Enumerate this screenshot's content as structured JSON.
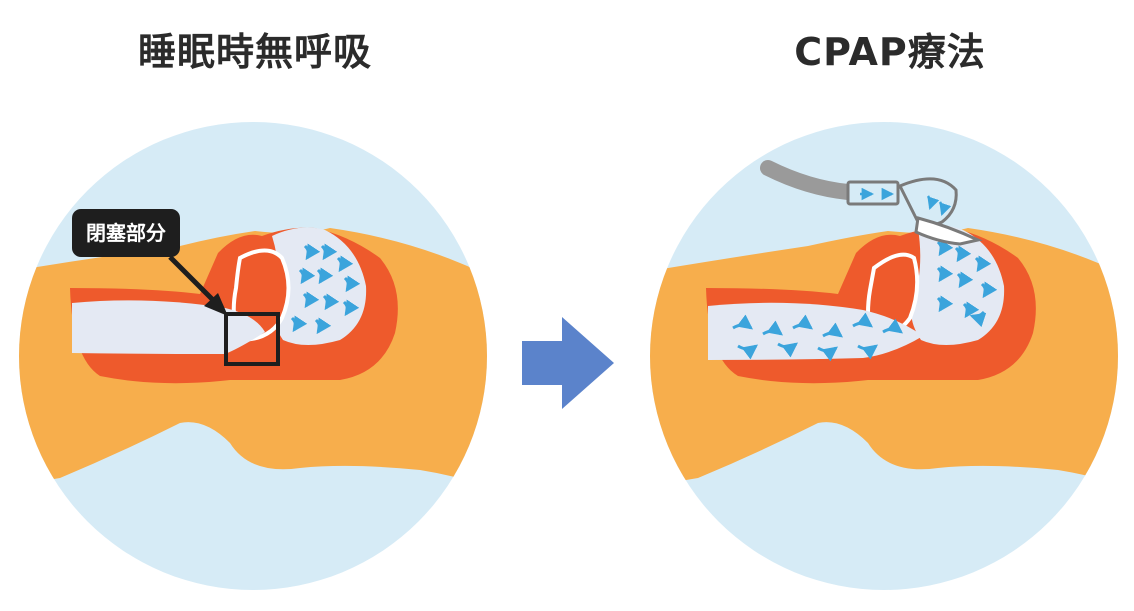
{
  "left_panel": {
    "title": "睡眠時無呼吸",
    "callout_label": "閉塞部分"
  },
  "right_panel": {
    "title": "CPAP療法"
  },
  "colors": {
    "circle_bg": "#d6ebf6",
    "face": "#f7ae4c",
    "tissue": "#ee5a2c",
    "airway": "#e4e9f3",
    "airflow": "#3ba4dc",
    "arrow": "#5b83cb",
    "tube": "#9a9a9a",
    "callout_bg": "#1e1e1e"
  },
  "icons": {
    "transition": "right-arrow-icon",
    "airflow": "small-curved-arrow-icon"
  }
}
